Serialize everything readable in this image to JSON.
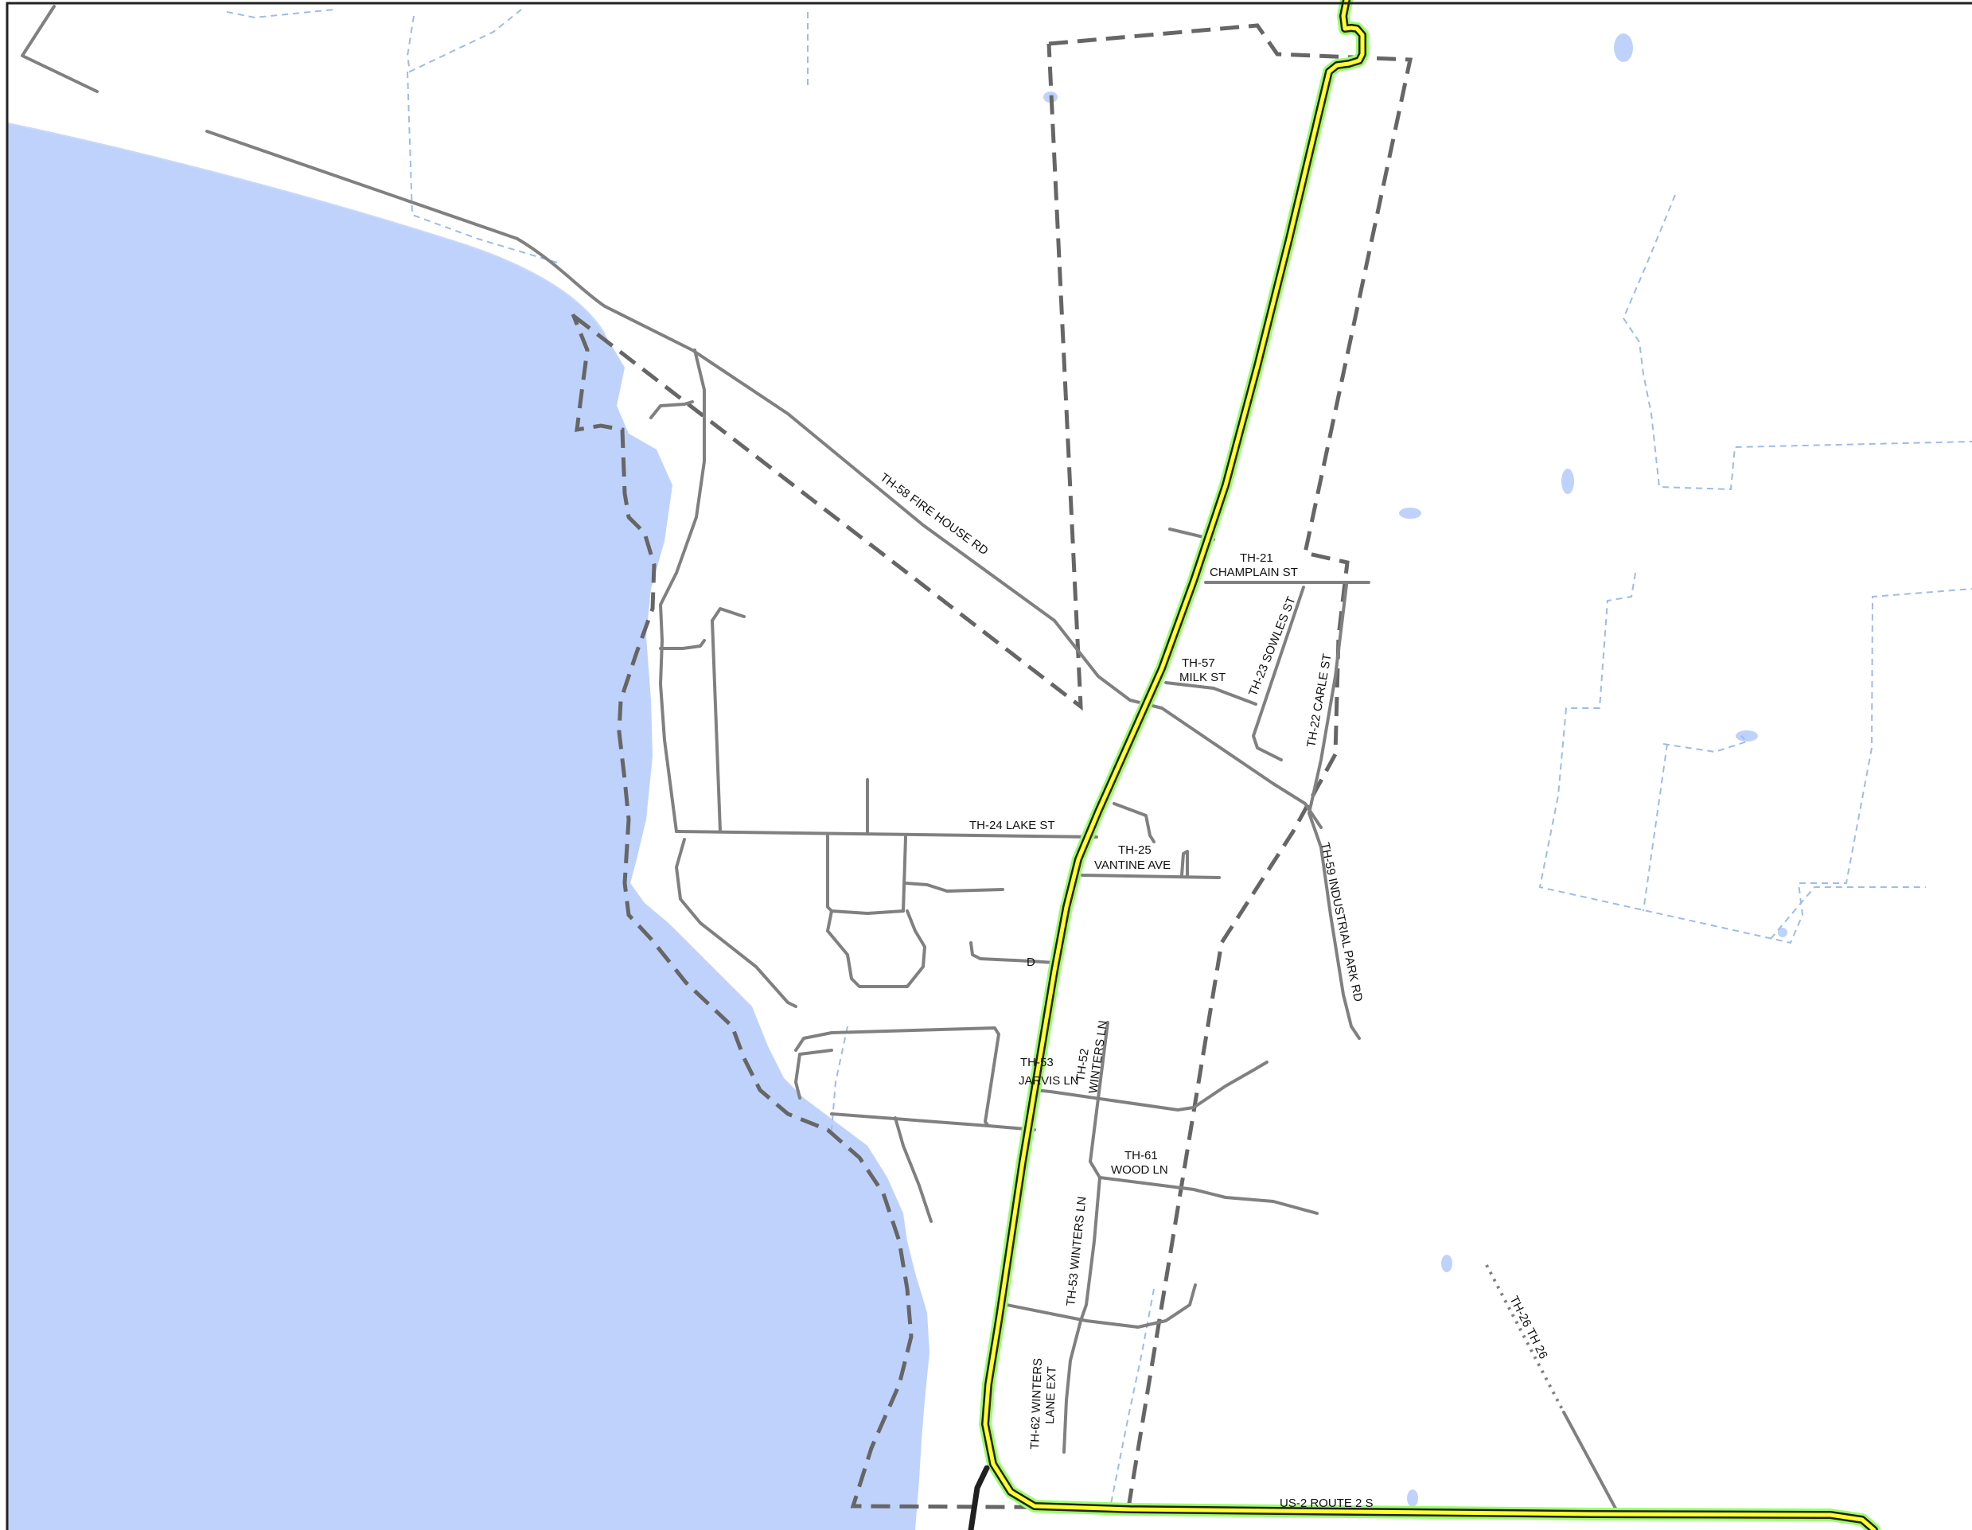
{
  "map": {
    "colors": {
      "water": "#bfd2fb",
      "water_edge": "#a8c1f2",
      "stream": "#9fbbe8",
      "road": "#808080",
      "boundary": "#666666",
      "highway_glow": "#9aff6b",
      "highway_casing": "#202020",
      "highway_fill": "#ffff2e",
      "frame": "#222222"
    },
    "labels": {
      "fire_house_rd": "TH-58 FIRE HOUSE RD",
      "champlain_1": "TH-21",
      "champlain_2": "CHAMPLAIN ST",
      "sowles": "TH-23 SOWLES ST",
      "carle": "TH-22 CARLE ST",
      "milk_1": "TH-57",
      "milk_2": "MILK ST",
      "lake": "TH-24 LAKE ST",
      "vantine_1": "TH-25",
      "vantine_2": "VANTINE AVE",
      "industrial": "TH-59 INDUSTRIAL PARK RD",
      "d_marker": "D",
      "jarvis_1": "TH-53",
      "jarvis_2": "JARVIS LN",
      "winters52_1": "TH-52",
      "winters52_2": "WINTERS LN",
      "wood_1": "TH-61",
      "wood_2": "WOOD LN",
      "winters53": "TH-53 WINTERS LN",
      "winters_ext_1": "TH-62 WINTERS",
      "winters_ext_2": "LANE EXT",
      "th26": "TH-26 TH 26",
      "us2": "US-2 ROUTE 2 S"
    }
  }
}
